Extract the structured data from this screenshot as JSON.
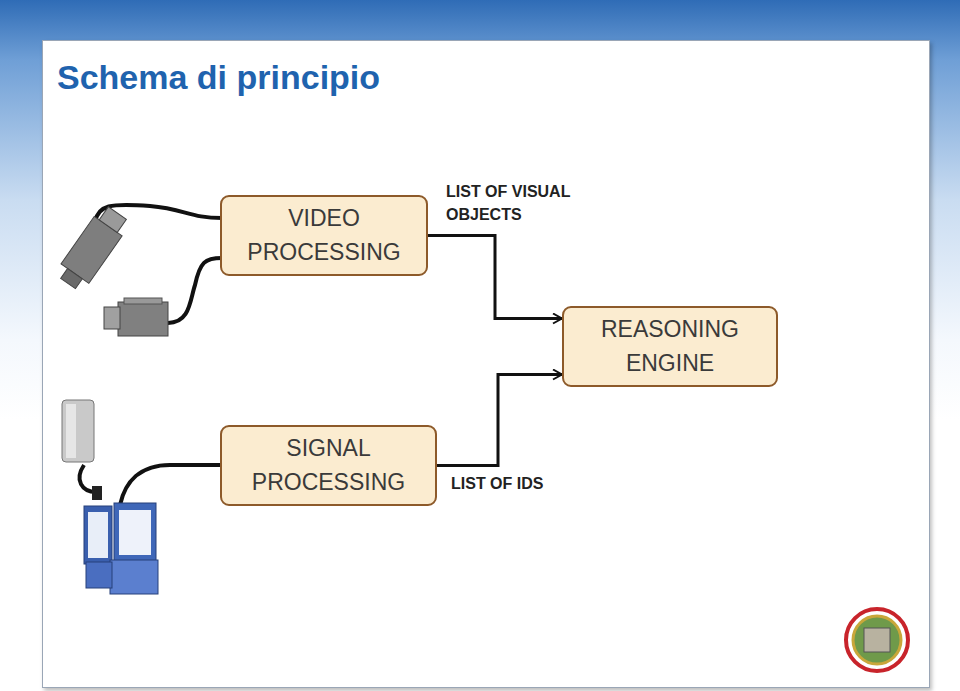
{
  "diagram": {
    "title": "Schema di principio",
    "nodes": [
      {
        "text": [
          "VIDEO PROCESSING"
        ]
      },
      {
        "text": [
          "REASONING ENGINE"
        ]
      },
      {
        "text": [
          "SIGNAL PROCESSING"
        ]
      }
    ],
    "edges": [
      {
        "from": 0,
        "to": 1,
        "arrow": "to",
        "label": "LIST OF VISUAL OBJECTS"
      },
      {
        "from": 2,
        "to": 1,
        "arrow": "to",
        "label": "LIST OF IDS"
      }
    ]
  }
}
